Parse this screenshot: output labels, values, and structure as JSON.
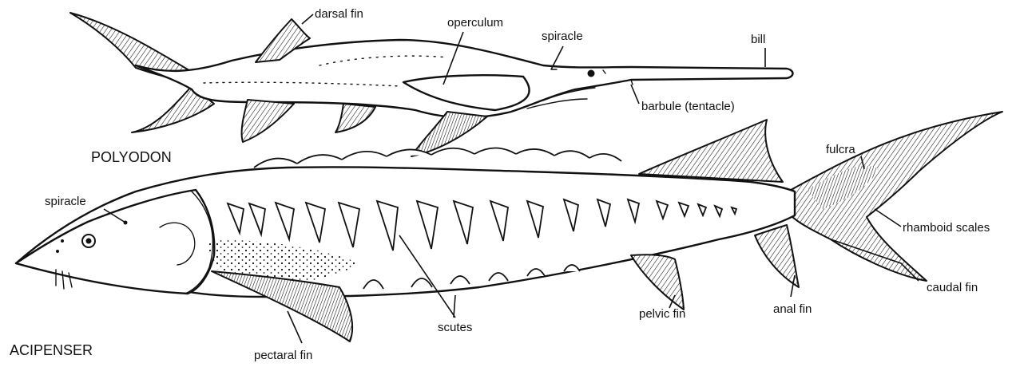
{
  "genera": {
    "polyodon": "POLYODON",
    "acipenser": "ACIPENSER"
  },
  "labels": {
    "dorsal_fin": "darsal fin",
    "operculum": "operculum",
    "spiracle_polyodon": "spiracle",
    "bill": "bill",
    "barbule": "barbule (tentacle)",
    "fulcra": "fulcra",
    "spiracle_acipenser": "spiracle",
    "rhomboid_scales": "rhamboid scales",
    "caudal_fin": "caudal fin",
    "anal_fin": "anal fin",
    "pelvic_fin": "pelvic fin",
    "scutes": "scutes",
    "pectoral_fin": "pectaral fin"
  }
}
